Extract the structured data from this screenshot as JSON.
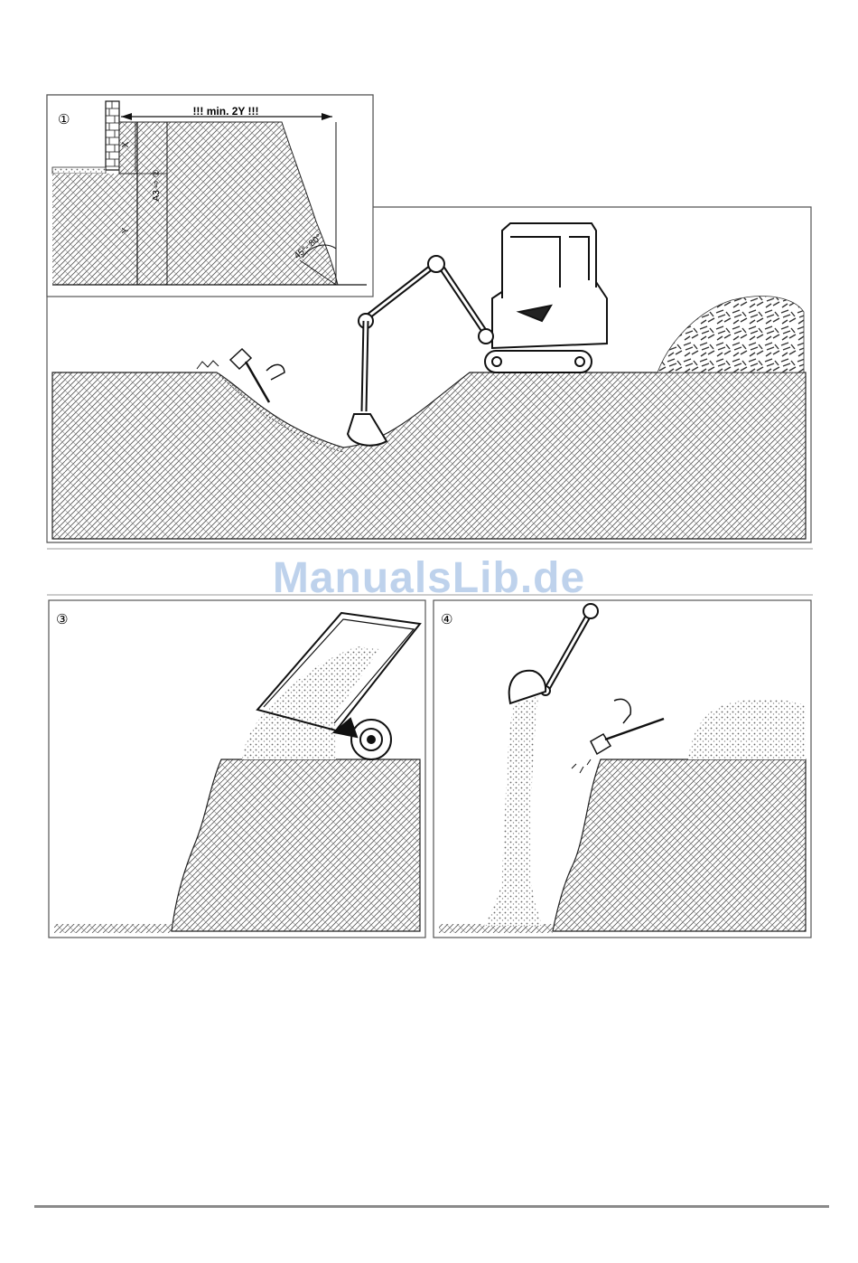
{
  "figure_top": {
    "panel1_number": "①",
    "dimension_label": "!!! min. 2Y !!!",
    "label_x": "X",
    "label_a3": "A3 ⇨ ②",
    "label_y": "Y",
    "angle_label": "45°- 80°"
  },
  "panel3": {
    "number": "③"
  },
  "panel4": {
    "number": "④"
  },
  "watermark": "ManualsLib.de",
  "icons": [
    "excavator-icon",
    "shovel-icon",
    "tipper-trailer-icon",
    "bucket-icon",
    "brick-wall-icon"
  ]
}
